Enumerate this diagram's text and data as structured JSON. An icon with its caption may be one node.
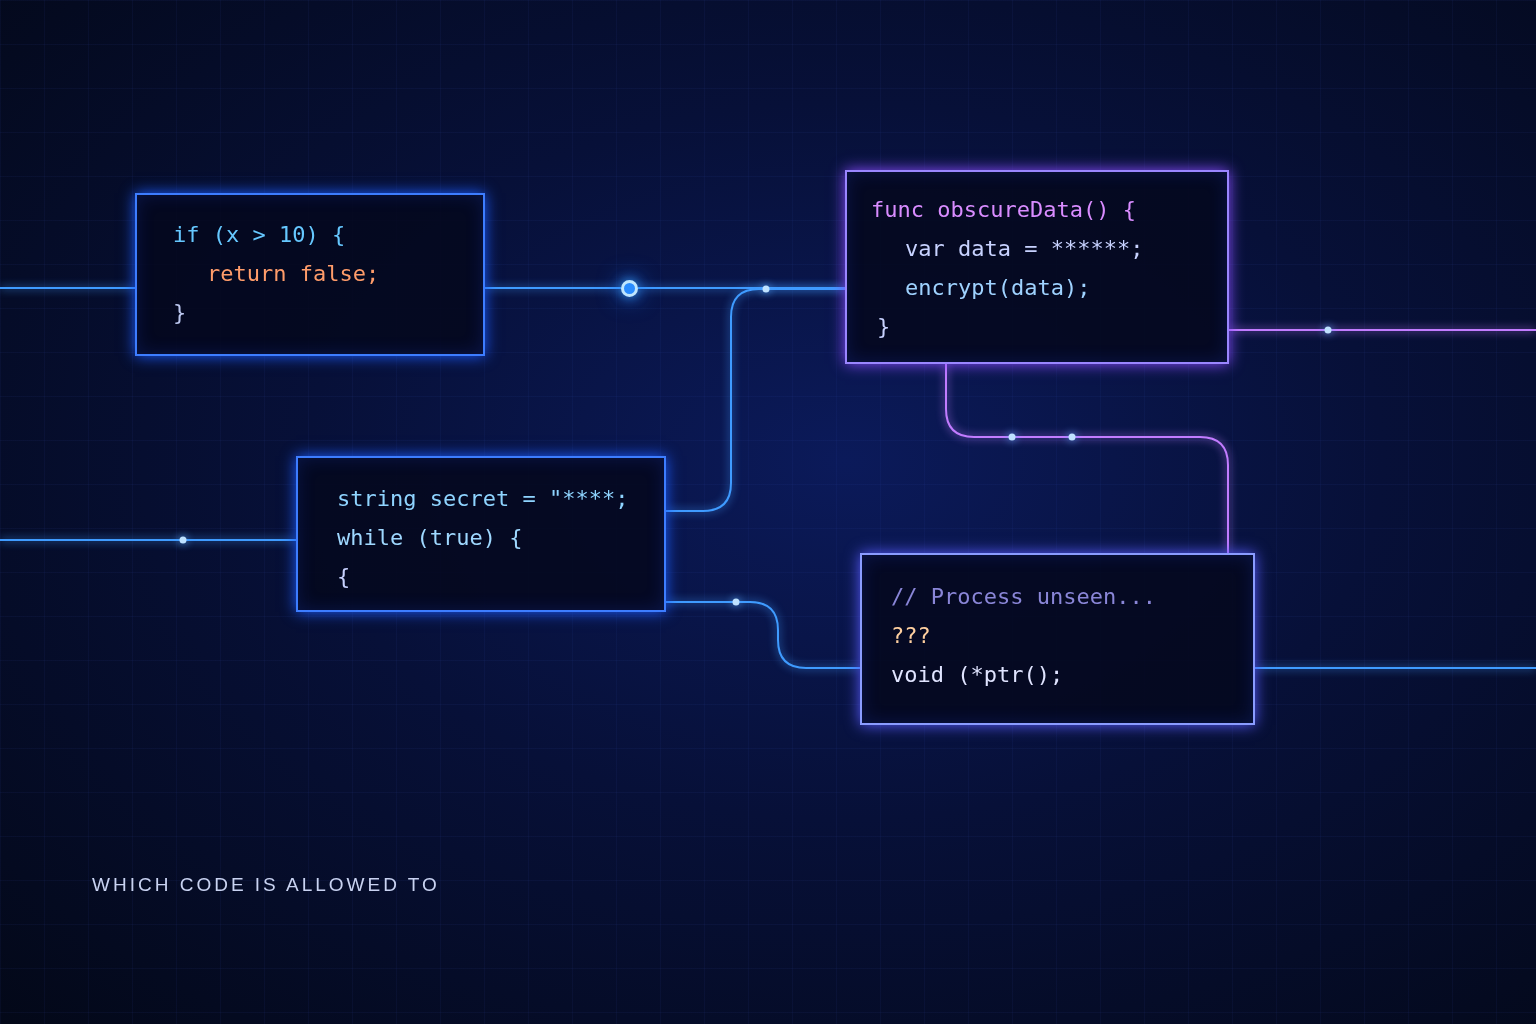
{
  "diagram": {
    "nodes": [
      {
        "text": [
          "if (x > 10) {",
          "return false;",
          "}"
        ]
      },
      {
        "text": [
          "func obscureData() {",
          "var data = ******;",
          "encrypt(data);",
          "}"
        ]
      },
      {
        "text": [
          "string secret = \"****;",
          "while (true) {",
          "{"
        ]
      },
      {
        "text": [
          "// Process unseen...",
          "???",
          "void (*ptr();"
        ]
      },
      {
        "text": [],
        "shape": "circle"
      }
    ],
    "edges": [
      {
        "from": null,
        "to": 0,
        "arrow": "none"
      },
      {
        "from": 0,
        "to": 4,
        "arrow": "none"
      },
      {
        "from": 4,
        "to": 1,
        "arrow": "none"
      },
      {
        "from": 2,
        "to": 1,
        "arrow": "none"
      },
      {
        "from": null,
        "to": 2,
        "arrow": "none"
      },
      {
        "from": 2,
        "to": 3,
        "arrow": "none"
      },
      {
        "from": 1,
        "to": 3,
        "arrow": "none",
        "color": "#c27cff"
      },
      {
        "from": 1,
        "to": null,
        "arrow": "none",
        "color": "#c27cff"
      },
      {
        "from": 3,
        "to": null,
        "arrow": "none"
      }
    ],
    "labels": [
      "WHICH CODE IS ALLOWED TO"
    ]
  }
}
